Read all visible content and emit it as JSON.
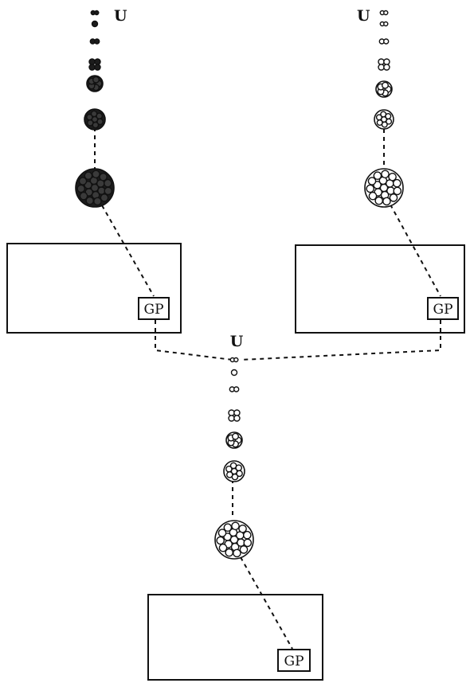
{
  "labels": {
    "u_left": "U",
    "u_right": "U",
    "u_center": "U",
    "gp_left": "GP",
    "gp_right": "GP",
    "gp_bottom": "GP"
  },
  "colors": {
    "ink": "#111111",
    "dark_fill": "#1c1c1c",
    "light_fill": "#ffffff",
    "background": "#ffffff"
  },
  "lineages": [
    {
      "id": "left",
      "stage_cells": [
        2,
        1,
        2,
        4,
        8,
        16,
        32
      ],
      "cell_style": "dark"
    },
    {
      "id": "right",
      "stage_cells": [
        2,
        2,
        2,
        4,
        8,
        16,
        32
      ],
      "cell_style": "light"
    },
    {
      "id": "center",
      "stage_cells": [
        2,
        1,
        2,
        4,
        8,
        16,
        32
      ],
      "cell_style": "light"
    }
  ]
}
